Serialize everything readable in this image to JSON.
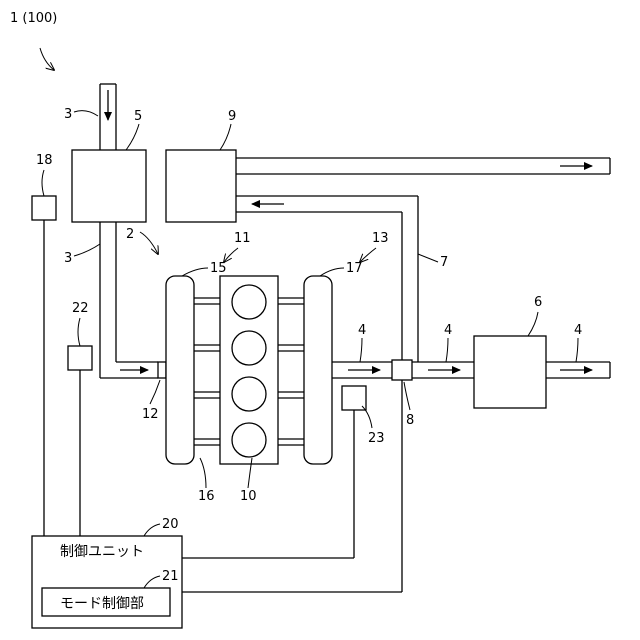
{
  "labels": {
    "system": "1 (100)",
    "intake_in": "3",
    "intake_down": "3",
    "air_cleaner": "5",
    "egr_cooler": "9",
    "arrow_engine": "2",
    "intake_manifold_ref": "11",
    "exhaust_manifold_ref": "13",
    "intake_manifold": "15",
    "exhaust_manifold": "17",
    "egr_pipe": "7",
    "sensor_18": "18",
    "sensor_22": "22",
    "exhaust_a": "4",
    "exhaust_b": "4",
    "exhaust_c": "4",
    "catalyst": "6",
    "throttle": "12",
    "egr_valve": "8",
    "sensor_23": "23",
    "intake_ports": "16",
    "engine_body": "10",
    "controller_ref": "20",
    "mode_ref": "21"
  },
  "controller": {
    "title": "制御ユニット",
    "mode_unit": "モード制御部"
  }
}
